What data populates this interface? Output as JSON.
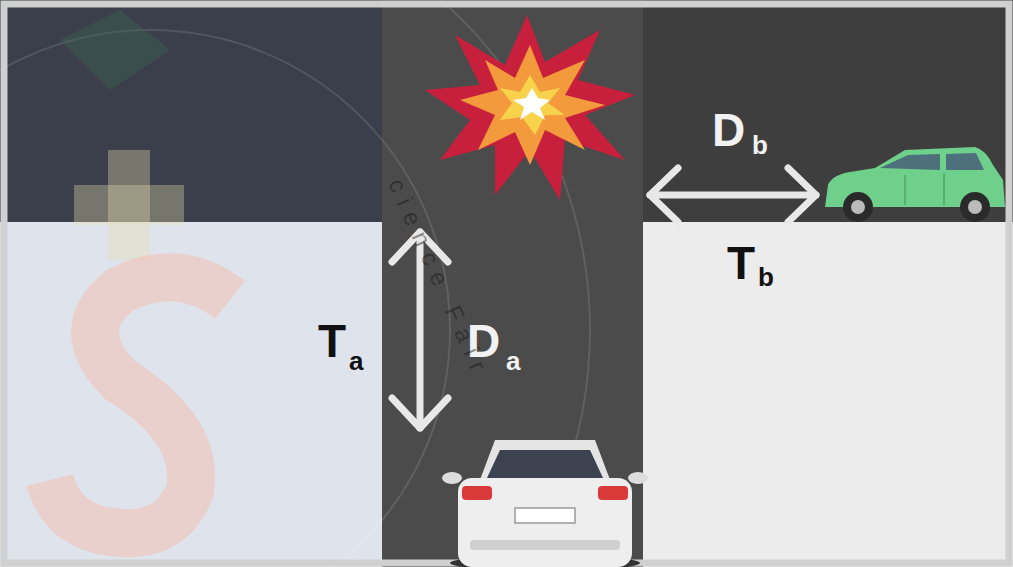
{
  "diagram": {
    "labels": [
      "T",
      "a",
      "D",
      "a",
      "D",
      "b",
      "T",
      "b",
      "cience Fair"
    ]
  }
}
